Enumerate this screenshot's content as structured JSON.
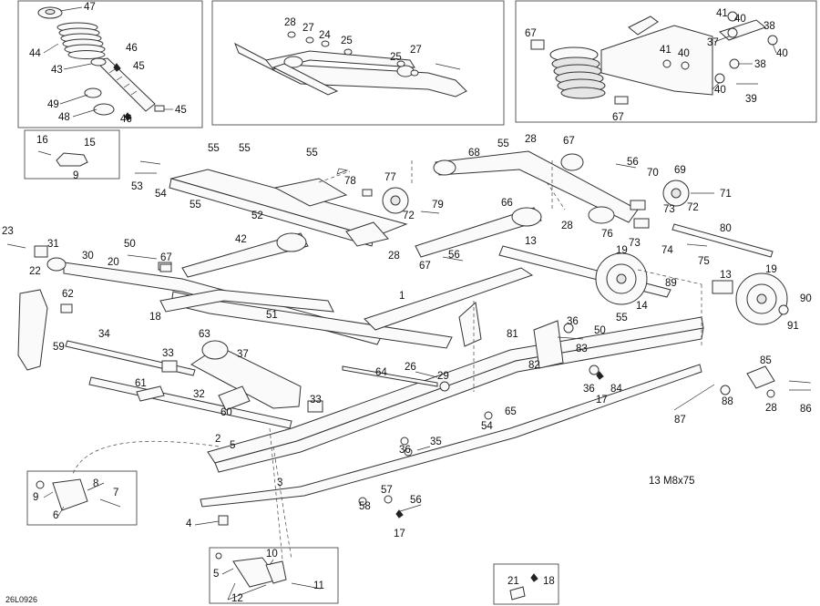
{
  "diagram_code": "26L0926",
  "note": "13 M8x75",
  "callouts": [
    {
      "id": "c47",
      "text": "47"
    },
    {
      "id": "c44",
      "text": "44"
    },
    {
      "id": "c46a",
      "text": "46"
    },
    {
      "id": "c43",
      "text": "43"
    },
    {
      "id": "c45a",
      "text": "45"
    },
    {
      "id": "c49",
      "text": "49"
    },
    {
      "id": "c48",
      "text": "48"
    },
    {
      "id": "c46b",
      "text": "46"
    },
    {
      "id": "c45b",
      "text": "45"
    },
    {
      "id": "c28a",
      "text": "28"
    },
    {
      "id": "c27a",
      "text": "27"
    },
    {
      "id": "c24",
      "text": "24"
    },
    {
      "id": "c25a",
      "text": "25"
    },
    {
      "id": "c27b",
      "text": "27"
    },
    {
      "id": "c25b",
      "text": "25"
    },
    {
      "id": "c41a",
      "text": "41"
    },
    {
      "id": "c40a",
      "text": "40"
    },
    {
      "id": "c38a",
      "text": "38"
    },
    {
      "id": "c67a",
      "text": "67"
    },
    {
      "id": "c37a",
      "text": "37"
    },
    {
      "id": "c40b",
      "text": "40"
    },
    {
      "id": "c41b",
      "text": "41"
    },
    {
      "id": "c40c",
      "text": "40"
    },
    {
      "id": "c38b",
      "text": "38"
    },
    {
      "id": "c40d",
      "text": "40"
    },
    {
      "id": "c39",
      "text": "39"
    },
    {
      "id": "c67b",
      "text": "67"
    },
    {
      "id": "c16",
      "text": "16"
    },
    {
      "id": "c15",
      "text": "15"
    },
    {
      "id": "c9a",
      "text": "9"
    },
    {
      "id": "c55a",
      "text": "55"
    },
    {
      "id": "c55b",
      "text": "55"
    },
    {
      "id": "c55c",
      "text": "55"
    },
    {
      "id": "c53",
      "text": "53"
    },
    {
      "id": "c54a",
      "text": "54"
    },
    {
      "id": "c55d",
      "text": "55"
    },
    {
      "id": "c52",
      "text": "52"
    },
    {
      "id": "c78",
      "text": "78"
    },
    {
      "id": "c77",
      "text": "77"
    },
    {
      "id": "c72a",
      "text": "72"
    },
    {
      "id": "c79",
      "text": "79"
    },
    {
      "id": "c68",
      "text": "68"
    },
    {
      "id": "c55e",
      "text": "55"
    },
    {
      "id": "c28b",
      "text": "28"
    },
    {
      "id": "c67c",
      "text": "67"
    },
    {
      "id": "c56a",
      "text": "56"
    },
    {
      "id": "c70",
      "text": "70"
    },
    {
      "id": "c69",
      "text": "69"
    },
    {
      "id": "c72b",
      "text": "72"
    },
    {
      "id": "c71",
      "text": "71"
    },
    {
      "id": "c66",
      "text": "66"
    },
    {
      "id": "c28c",
      "text": "28"
    },
    {
      "id": "c76",
      "text": "76"
    },
    {
      "id": "c73a",
      "text": "73"
    },
    {
      "id": "c80",
      "text": "80"
    },
    {
      "id": "c73b",
      "text": "73"
    },
    {
      "id": "c74",
      "text": "74"
    },
    {
      "id": "c75",
      "text": "75"
    },
    {
      "id": "c23",
      "text": "23"
    },
    {
      "id": "c31",
      "text": "31"
    },
    {
      "id": "c30",
      "text": "30"
    },
    {
      "id": "c22",
      "text": "22"
    },
    {
      "id": "c50a",
      "text": "50"
    },
    {
      "id": "c67d",
      "text": "67"
    },
    {
      "id": "c42",
      "text": "42"
    },
    {
      "id": "c20",
      "text": "20"
    },
    {
      "id": "c28d",
      "text": "28"
    },
    {
      "id": "c67e",
      "text": "67"
    },
    {
      "id": "c56b",
      "text": "56"
    },
    {
      "id": "c13a",
      "text": "13"
    },
    {
      "id": "c19a",
      "text": "19"
    },
    {
      "id": "c89",
      "text": "89"
    },
    {
      "id": "c14",
      "text": "14"
    },
    {
      "id": "c13b",
      "text": "13"
    },
    {
      "id": "c19b",
      "text": "19"
    },
    {
      "id": "c90",
      "text": "90"
    },
    {
      "id": "c91",
      "text": "91"
    },
    {
      "id": "c62",
      "text": "62"
    },
    {
      "id": "c18",
      "text": "18"
    },
    {
      "id": "c1",
      "text": "1"
    },
    {
      "id": "c51",
      "text": "51"
    },
    {
      "id": "c63",
      "text": "63"
    },
    {
      "id": "c59",
      "text": "59"
    },
    {
      "id": "c34",
      "text": "34"
    },
    {
      "id": "c37b",
      "text": "37"
    },
    {
      "id": "c33a",
      "text": "33"
    },
    {
      "id": "c81",
      "text": "81"
    },
    {
      "id": "c36a",
      "text": "36"
    },
    {
      "id": "c50b",
      "text": "50"
    },
    {
      "id": "c55f",
      "text": "55"
    },
    {
      "id": "c83",
      "text": "83"
    },
    {
      "id": "c82",
      "text": "82"
    },
    {
      "id": "c26",
      "text": "26"
    },
    {
      "id": "c64",
      "text": "64"
    },
    {
      "id": "c29",
      "text": "29"
    },
    {
      "id": "c85",
      "text": "85"
    },
    {
      "id": "c61",
      "text": "61"
    },
    {
      "id": "c32",
      "text": "32"
    },
    {
      "id": "c60",
      "text": "60"
    },
    {
      "id": "c33b",
      "text": "33"
    },
    {
      "id": "c36b",
      "text": "36"
    },
    {
      "id": "c84",
      "text": "84"
    },
    {
      "id": "c17a",
      "text": "17"
    },
    {
      "id": "c88",
      "text": "88"
    },
    {
      "id": "c28e",
      "text": "28"
    },
    {
      "id": "c86",
      "text": "86"
    },
    {
      "id": "c87",
      "text": "87"
    },
    {
      "id": "c65",
      "text": "65"
    },
    {
      "id": "c54b",
      "text": "54"
    },
    {
      "id": "c2",
      "text": "2"
    },
    {
      "id": "c5a",
      "text": "5"
    },
    {
      "id": "c35",
      "text": "35"
    },
    {
      "id": "c36c",
      "text": "36"
    },
    {
      "id": "c3",
      "text": "3"
    },
    {
      "id": "c8",
      "text": "8"
    },
    {
      "id": "c9b",
      "text": "9"
    },
    {
      "id": "c7",
      "text": "7"
    },
    {
      "id": "c6",
      "text": "6"
    },
    {
      "id": "c57",
      "text": "57"
    },
    {
      "id": "c56c",
      "text": "56"
    },
    {
      "id": "c58",
      "text": "58"
    },
    {
      "id": "c4",
      "text": "4"
    },
    {
      "id": "c17b",
      "text": "17"
    },
    {
      "id": "c10",
      "text": "10"
    },
    {
      "id": "c5b",
      "text": "5"
    },
    {
      "id": "c11",
      "text": "11"
    },
    {
      "id": "c12",
      "text": "12"
    },
    {
      "id": "c21",
      "text": "21"
    },
    {
      "id": "c18b",
      "text": "18"
    }
  ]
}
